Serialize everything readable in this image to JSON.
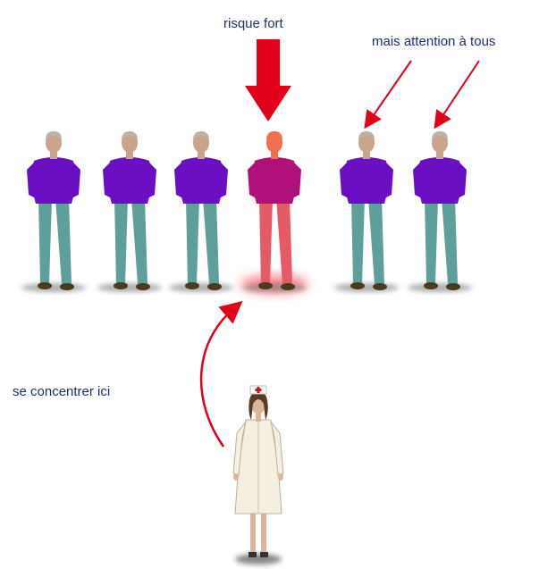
{
  "labels": {
    "high_risk": "risque fort",
    "attention_all": "mais attention à tous",
    "focus_here": "se concentrer ici"
  },
  "people": [
    {
      "role": "person",
      "highlight": false
    },
    {
      "role": "person",
      "highlight": false
    },
    {
      "role": "person",
      "highlight": false
    },
    {
      "role": "person",
      "highlight": true
    },
    {
      "role": "person",
      "highlight": false
    },
    {
      "role": "person",
      "highlight": false
    }
  ],
  "colors": {
    "shirt": "#6a0fc2",
    "pants": "#5f9f9b",
    "skin": "#c9a48a",
    "hair": "#b7b2aa",
    "highlight_shirt": "#b0107a",
    "highlight_pants": "#e65a68",
    "highlight_head": "#f07050",
    "arrow_red": "#e0001a",
    "text": "#1f2f6e",
    "nurse_coat": "#f4efe0"
  },
  "icons": {
    "big_arrow": "down-arrow-icon",
    "pointer_arrows": "thin-red-arrow-icon",
    "nurse": "nurse-figure",
    "person": "standing-person-figure"
  }
}
